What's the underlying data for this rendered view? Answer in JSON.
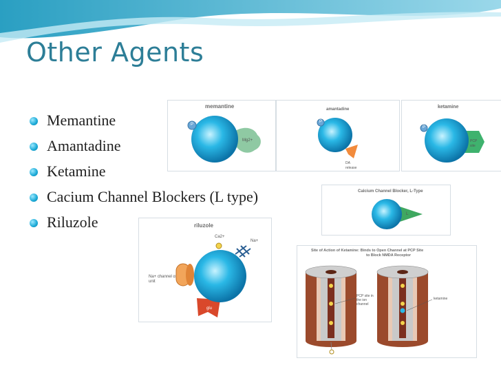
{
  "slide": {
    "title": "Other Agents",
    "bullets": [
      "Memantine",
      "Amantadine",
      "Ketamine",
      "Cacium Channel Blockers (L type)",
      "Riluzole"
    ]
  },
  "figures": {
    "memantine": {
      "title": "memantine",
      "p_label": "P",
      "mg_label": "Mg2+"
    },
    "amantadine": {
      "title": "amantadine",
      "p_label": "P",
      "da_label": "DA release"
    },
    "ketamine": {
      "title": "ketamine",
      "p_label": "P",
      "pcp_label": "PCP site"
    },
    "calcium": {
      "title": "Calcium Channel Blocker, L-Type",
      "l_label": "L"
    },
    "riluzole": {
      "title": "riluzole",
      "ca_label": "Ca2+",
      "na_label": "Na+",
      "channel_label": "Na+ channel α unit",
      "glu_label": "glu"
    },
    "ketamine_site": {
      "title_line1": "Site of Action of Ketamine: Binds to Open Channel at PCP Site",
      "title_line2": "to Block NMDA Receptor",
      "pcp_label": "PCP site in the ion channel",
      "ketamine_label": "ketamine"
    }
  },
  "colors": {
    "title": "#2d7e97",
    "sphere": "#1aa9d6",
    "green": "#8fc9a3",
    "orange": "#f28b3c",
    "red": "#d9482b",
    "brown": "#9b4a2c"
  }
}
